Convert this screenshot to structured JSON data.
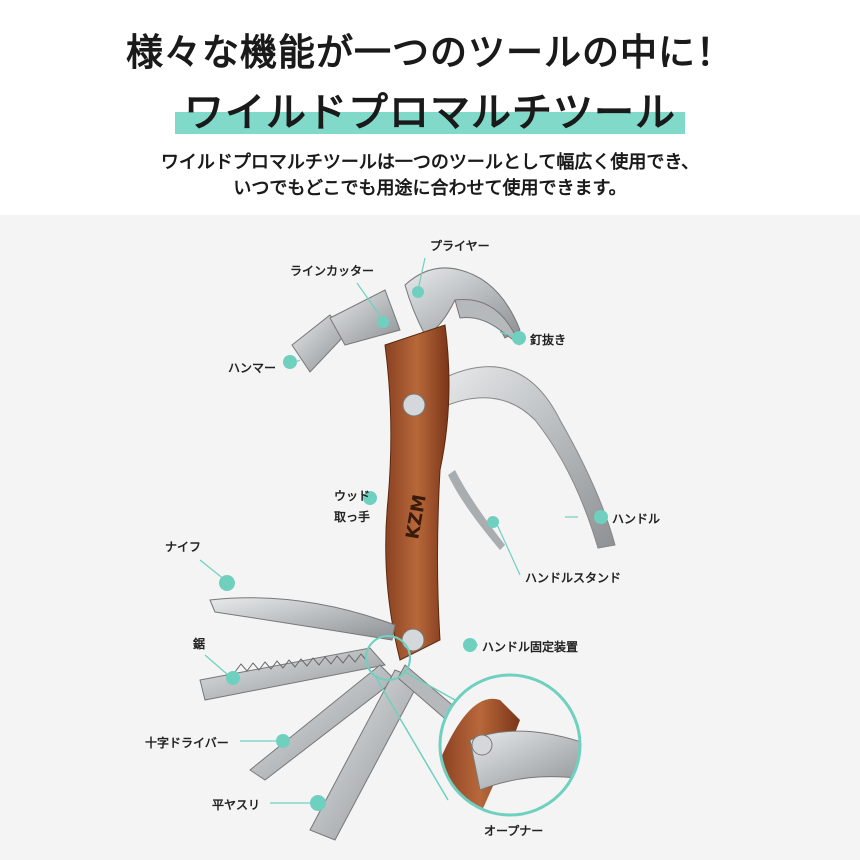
{
  "header": {
    "title": "様々な機能が一つのツールの中に！",
    "subtitle": "ワイルドプロマルチツール",
    "desc_line1": "ワイルドプロマルチツールは一つのツールとして幅広く使用でき、",
    "desc_line2": "いつでもどこでも用途に合わせて使用できます。"
  },
  "product": {
    "logo_text": "KZM"
  },
  "labels": {
    "pliers": "プライヤー",
    "line_cutter": "ラインカッター",
    "nail_puller": "釘抜き",
    "hammer": "ハンマー",
    "wood_grip_1": "ウッド",
    "wood_grip_2": "取っ手",
    "handle": "ハンドル",
    "handle_stand": "ハンドルスタンド",
    "knife": "ナイフ",
    "saw": "鋸",
    "handle_lock": "ハンドル固定装置",
    "phillips": "十字ドライバー",
    "flat_file": "平ヤスリ",
    "opener": "オープナー"
  },
  "colors": {
    "accent": "#80d9c9",
    "dot": "#6fd0c0",
    "wood": "#a85a2e",
    "steel": "#c9cccd"
  }
}
